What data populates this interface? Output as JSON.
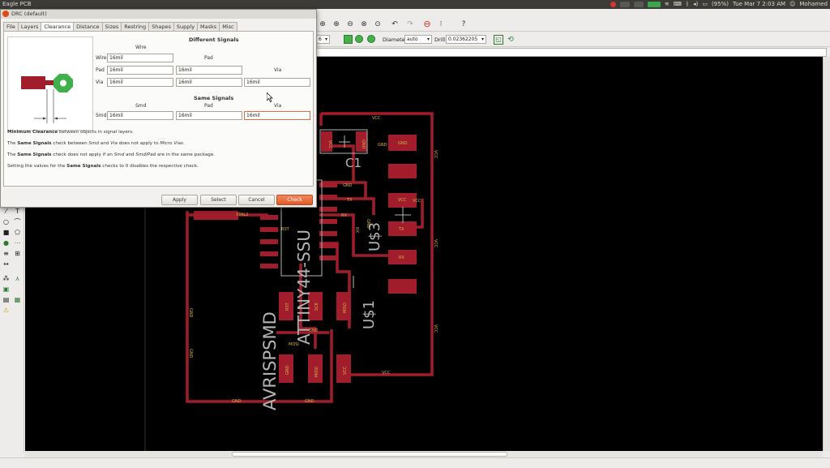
{
  "system_panel": {
    "app_name": "Eagle PCB",
    "battery": "(95%)",
    "clock": "Tue Mar 7 2:03 AM",
    "user": "Mohamed"
  },
  "toolbar": {
    "diameter_label": "Diameter:",
    "diameter_value": "auto",
    "drill_label": "Drill:",
    "drill_value": "0.02362205",
    "partial_combo_value": "6"
  },
  "dialog": {
    "title": "DRC (default)",
    "tabs": [
      "File",
      "Layers",
      "Clearance",
      "Distance",
      "Sizes",
      "Restring",
      "Shapes",
      "Supply",
      "Masks",
      "Misc"
    ],
    "active_tab": "Clearance",
    "different_signals": {
      "heading": "Different Signals",
      "col_wire": "Wire",
      "col_pad": "Pad",
      "col_via": "Via",
      "row_wire": "Wire",
      "row_pad": "Pad",
      "row_via": "Via",
      "wire_wire": "16mil",
      "pad_wire": "16mil",
      "pad_pad": "16mil",
      "via_wire": "16mil",
      "via_pad": "16mil",
      "via_via": "16mil"
    },
    "same_signals": {
      "heading": "Same Signals",
      "col_smd": "Smd",
      "col_pad": "Pad",
      "col_via": "Via",
      "row_smd": "Smd",
      "smd_smd": "16mil",
      "smd_pad": "16mil",
      "smd_via": "16mil"
    },
    "help": {
      "line1_bold": "Minimum Clearance",
      "line1_rest": " between objects in signal layers.",
      "line2_a": "The ",
      "line2_bold": "Same Signals",
      "line2_b": " check between ",
      "line2_i1": "Smd",
      "line2_c": " and ",
      "line2_i2": "Via",
      "line2_d": " does not apply to ",
      "line2_i3": "Micro Vias",
      "line2_e": ".",
      "line3_a": "The ",
      "line3_bold": "Same Signals",
      "line3_b": " check does not apply if an ",
      "line3_i1": "Smd",
      "line3_c": " and ",
      "line3_i2": "Smd",
      "line3_d": "/",
      "line3_i3": "Pad",
      "line3_e": " are in the same package.",
      "line4_a": "Setting the values for the ",
      "line4_bold": "Same Signals",
      "line4_b": " checks to 0 disables the respective check."
    },
    "buttons": {
      "apply": "Apply",
      "select": "Select",
      "cancel": "Cancel",
      "check": "Check"
    }
  },
  "pcb": {
    "component_labels": {
      "c1": "C1",
      "u3": "U$3",
      "u1": "U$1",
      "attiny": "ATTINY44-SSU",
      "avrisp": "AVRISPSMD"
    },
    "net_labels": {
      "vcc": "VCC",
      "gnd": "GND",
      "tx": "TX",
      "rx": "RX",
      "xtal2": "XTAL2",
      "rst": "RST",
      "sck": "SCK",
      "miso": "MISO",
      "mosi": "MOSI"
    },
    "colors": {
      "copper": "#a11d2b",
      "pad": "#a11d2b",
      "silkscreen": "#b4b4b4",
      "net_label": "#d8b24a",
      "background": "#000000"
    }
  }
}
